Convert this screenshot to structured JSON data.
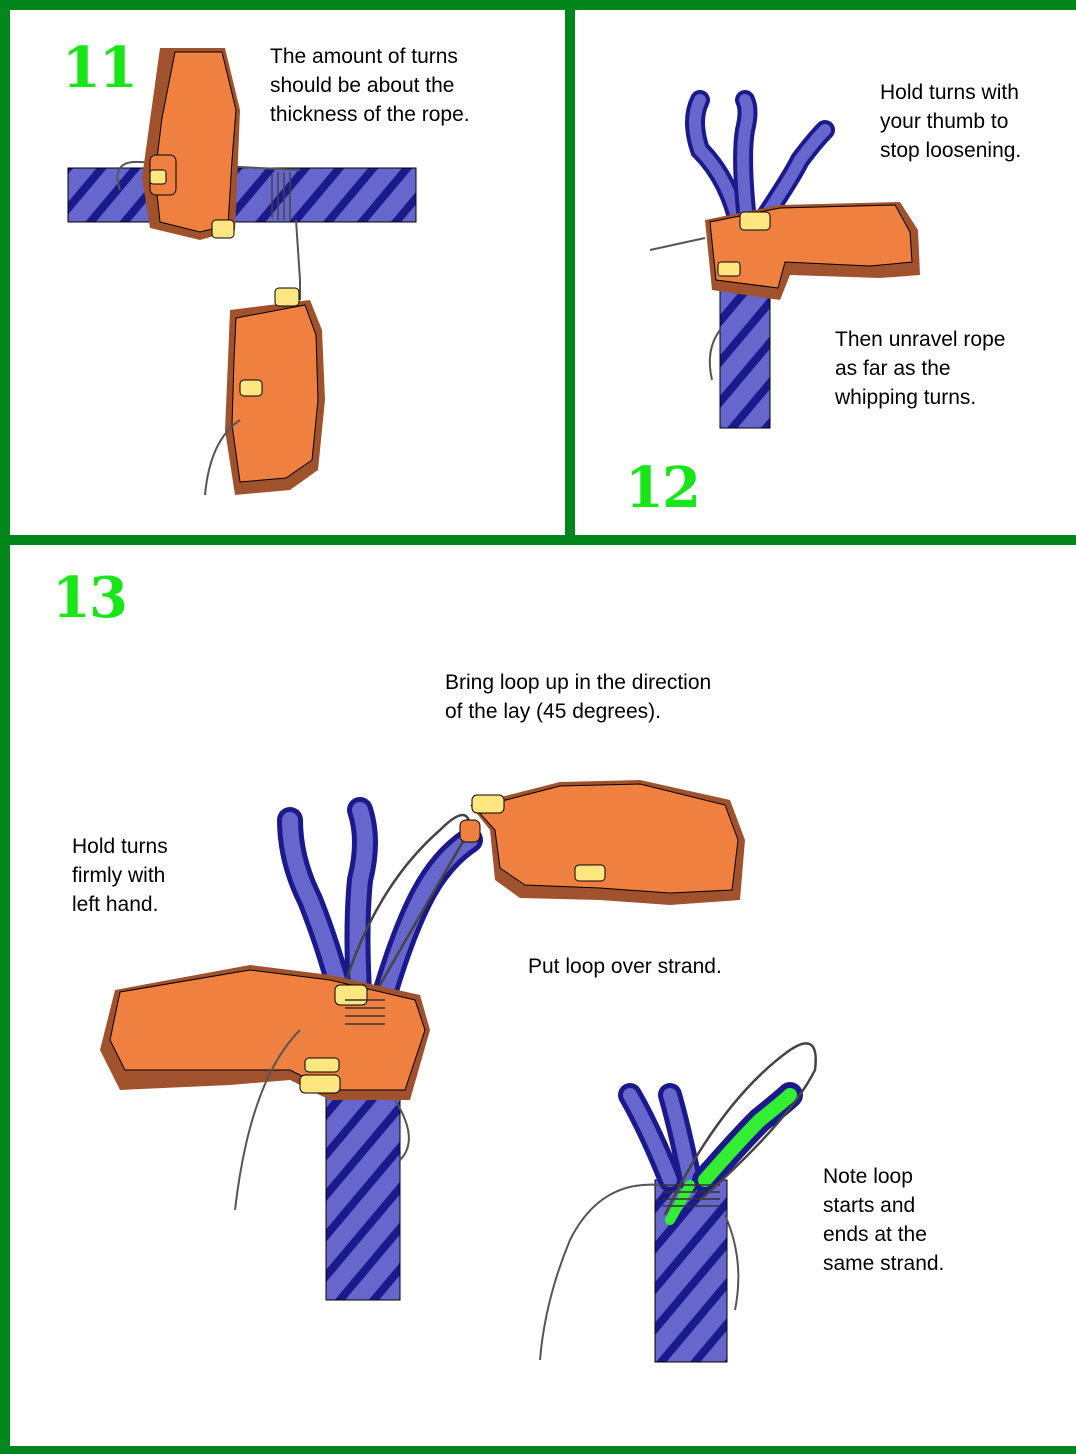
{
  "colors": {
    "border": "#00861a",
    "step_number": "#19e619",
    "rope_main": "#6666cc",
    "rope_dark": "#1a1a8c",
    "skin": "#f08040",
    "skin_shadow": "#a0522d",
    "nail": "#ffe680",
    "highlight_strand": "#33ee33"
  },
  "panels": [
    {
      "number": "11",
      "caption": "The amount of turns\nshould be about the\nthickness of the rope."
    },
    {
      "number": "12",
      "caption_top": "Hold turns with\nyour thumb to\nstop loosening.",
      "caption_bottom": "Then unravel rope\nas far as the\nwhipping turns."
    },
    {
      "number": "13",
      "caption_top": "Bring loop up in the direction\nof the lay (45 degrees).",
      "caption_left": "Hold turns\nfirmly with\nleft hand.",
      "caption_middle": "Put loop over strand.",
      "caption_right": "Note loop\nstarts and\nends at the\nsame strand."
    }
  ],
  "icons": [
    "rope-icon",
    "hand-icon",
    "twine-loop-icon"
  ]
}
